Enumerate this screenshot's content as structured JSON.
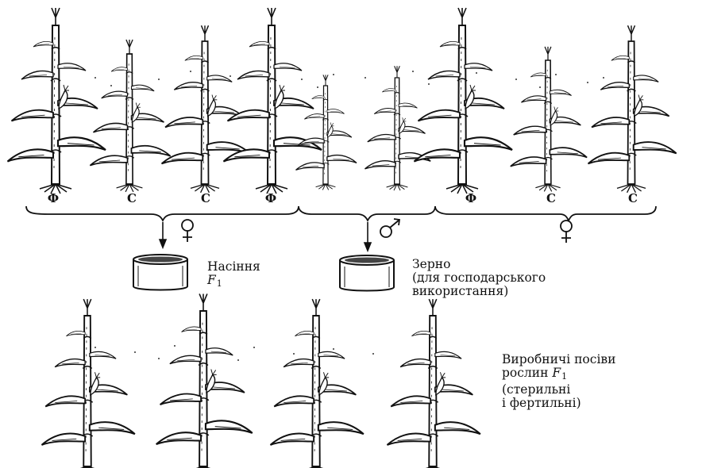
{
  "top_row_labels": [
    "Ф",
    "С",
    "С",
    "Ф",
    "Ф",
    "С",
    "С"
  ],
  "seed_label": {
    "line1": "Насіння",
    "symbol": "F",
    "subscript": "1"
  },
  "grain_label": {
    "line1": "Зерно",
    "line2": "(для господарського",
    "line3": "використання)"
  },
  "production_label": {
    "line1": "Виробничі посіви",
    "line2_prefix": "рослин ",
    "symbol": "F",
    "subscript": "1",
    "line3": "(стерильні",
    "line4": "і фертильні)"
  },
  "symbols": {
    "female_left": "female-symbol",
    "male_center": "male-symbol",
    "female_right": "female-symbol"
  }
}
